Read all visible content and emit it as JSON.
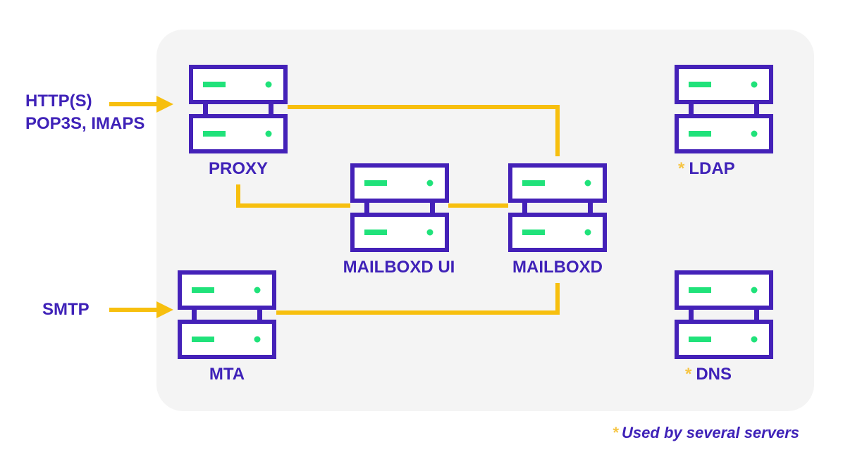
{
  "diagram": {
    "inputs": {
      "proxy_line1": "HTTP(S)",
      "proxy_line2": "POP3S, IMAPS",
      "mta": "SMTP"
    },
    "servers": {
      "proxy": "PROXY",
      "mailboxd_ui": "MAILBOXD UI",
      "mailboxd": "MAILBOXD",
      "mta": "MTA",
      "ldap": "LDAP",
      "dns": "DNS"
    },
    "shared_marker": "*",
    "footnote": "Used by several servers",
    "icons": [
      "server-stack-icon",
      "arrow-right-icon"
    ],
    "colors": {
      "panel": "#f4f4f4",
      "server_outline": "#4421b8",
      "server_led": "#20e27a",
      "connector": "#f7bf0e",
      "text": "#3f22b8",
      "marker": "#f6c544"
    }
  }
}
